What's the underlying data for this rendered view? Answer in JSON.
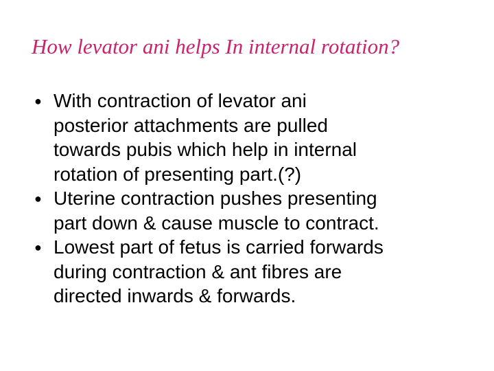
{
  "title": {
    "text": "How levator ani helps In internal rotation?",
    "color": "#c8246e"
  },
  "bullets": [
    {
      "marker": "●",
      "lines": [
        "With contraction of levator ani",
        "posterior attachments are pulled",
        "towards pubis which help in internal",
        "rotation of presenting part.(?)"
      ]
    },
    {
      "marker": "●",
      "lines": [
        "Uterine contraction pushes presenting",
        "part down & cause muscle to contract."
      ]
    },
    {
      "marker": "●",
      "lines": [
        "Lowest part of fetus is carried forwards",
        "during contraction & ant fibres are",
        "directed inwards & forwards."
      ]
    }
  ]
}
